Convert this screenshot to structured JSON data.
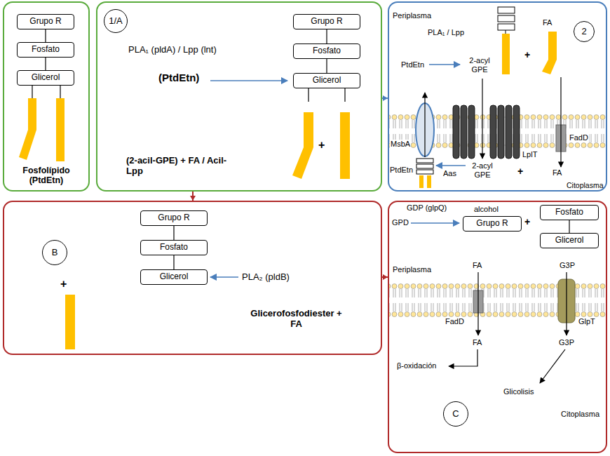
{
  "diagram": {
    "nodes": [
      {
        "text": [
          "Fosfolípido (PtdEtn)"
        ]
      },
      {
        "text": [
          "Grupo R"
        ],
        "in": 0
      },
      {
        "text": [
          "Fosfato"
        ],
        "in": 0
      },
      {
        "text": [
          "Glicerol"
        ],
        "in": 0
      },
      {
        "text": [
          "PLA₁ (pldA) / Lpp (lnt)",
          "(PtdEtn)",
          "(2-acil-GPE) + FA / Acil-Lpp",
          "+"
        ]
      },
      {
        "text": [
          "1/A"
        ],
        "in": 4
      },
      {
        "text": [
          "Grupo R"
        ],
        "in": 4
      },
      {
        "text": [
          "Fosfato"
        ],
        "in": 4
      },
      {
        "text": [
          "Glicerol"
        ],
        "in": 4
      },
      {
        "text": [
          "Periplasma",
          "PLA₁ / Lpp",
          "PtdEtn",
          "2-acyl GPE",
          "+",
          "FA",
          "MsbA",
          "LplT",
          "FadD",
          "FA",
          "PtdEtn",
          "Aas",
          "2-acyl GPE",
          "+",
          "Citoplasma"
        ]
      },
      {
        "text": [
          "2"
        ],
        "in": 9
      },
      {
        "text": [
          "+",
          "PLA₂ (pldB)",
          "Glicerofosfodiester + FA"
        ]
      },
      {
        "text": [
          "B"
        ],
        "in": 11
      },
      {
        "text": [
          "Grupo R"
        ],
        "in": 11
      },
      {
        "text": [
          "Fosfato"
        ],
        "in": 11
      },
      {
        "text": [
          "Glicerol"
        ],
        "in": 11
      },
      {
        "text": [
          "GDP (glpQ)",
          "alcohol",
          "GPD",
          "+",
          "Periplasma",
          "FA",
          "G3P",
          "FadD",
          "GlpT",
          "FA",
          "β-oxidación",
          "G3P",
          "Glicolisis",
          "Citoplasma"
        ]
      },
      {
        "text": [
          "C"
        ],
        "in": 16
      },
      {
        "text": [
          "Grupo R"
        ],
        "in": 16
      },
      {
        "text": [
          "Fosfato"
        ],
        "in": 16
      },
      {
        "text": [
          "Glicerol"
        ],
        "in": 16
      }
    ],
    "edges": [
      {
        "from": 4,
        "to": 9,
        "arrow": "to"
      },
      {
        "from": 4,
        "to": 11,
        "arrow": "to"
      },
      {
        "from": 11,
        "to": 16,
        "arrow": "to"
      },
      {
        "from": 1,
        "to": 2,
        "arrow": "none"
      },
      {
        "from": 2,
        "to": 3,
        "arrow": "none"
      },
      {
        "from": 6,
        "to": 7,
        "arrow": "none"
      },
      {
        "from": 7,
        "to": 8,
        "arrow": "none"
      },
      {
        "from": 13,
        "to": 14,
        "arrow": "none"
      },
      {
        "from": 14,
        "to": 15,
        "arrow": "none"
      },
      {
        "from": 19,
        "to": 20,
        "arrow": "none"
      }
    ]
  }
}
